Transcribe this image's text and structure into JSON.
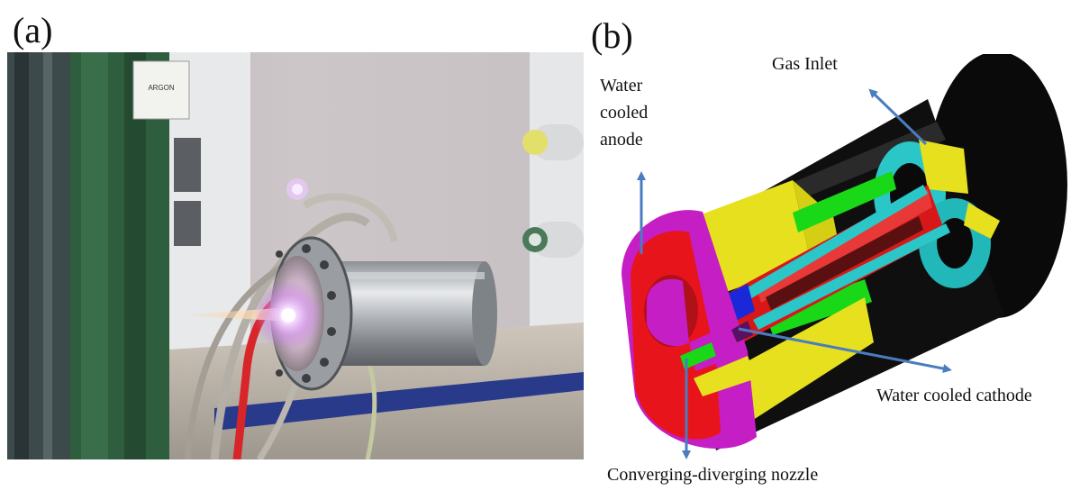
{
  "panels": {
    "a": {
      "label": "(a)"
    },
    "b": {
      "label": "(b)"
    }
  },
  "photo": {
    "sign_text_1": "ARGON",
    "sign_text_2": "..."
  },
  "callouts": {
    "gas_inlet": "Gas Inlet",
    "anode_line1": "Water",
    "anode_line2": "cooled",
    "anode_line3": "anode",
    "cathode": "Water cooled cathode",
    "nozzle": "Converging-diverging nozzle"
  },
  "colors": {
    "arrow": "#4a7cc0",
    "anode_red": "#e8141c",
    "housing_magenta": "#c41ec4",
    "insulator_yellow": "#e6e01e",
    "cathode_red": "#d81818",
    "cooling_cyan": "#22c8c8",
    "gasket_green": "#18d818",
    "core_blue": "#1a28d8",
    "body_black": "#0a0a0a"
  }
}
